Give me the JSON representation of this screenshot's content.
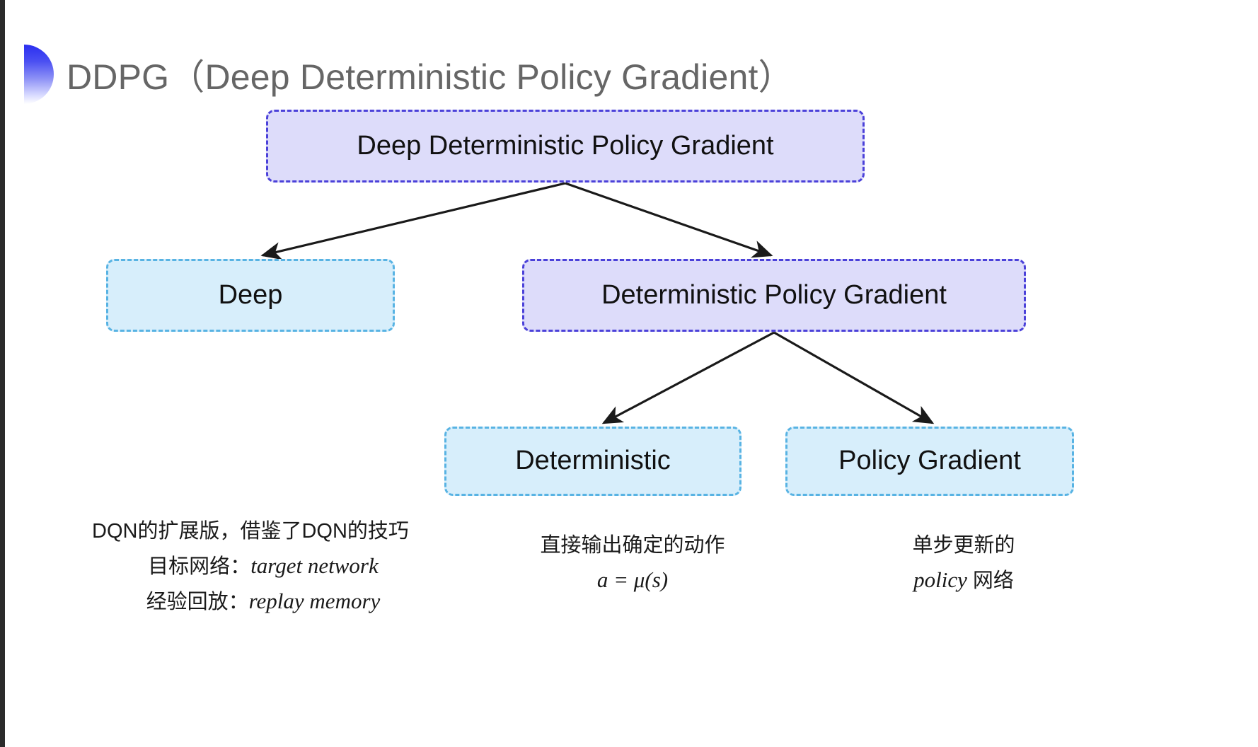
{
  "slide": {
    "title": "DDPG（Deep Deterministic Policy Gradient）",
    "background_color": "#ffffff",
    "title_color": "#666666",
    "accent_color": "#2a2ef0"
  },
  "palette": {
    "purple_fill": "#dddcfa",
    "purple_border": "#4b41d9",
    "cyan_fill": "#d7eefb",
    "cyan_border": "#58b3e3",
    "arrow_color": "#1a1a1a"
  },
  "diagram": {
    "type": "tree",
    "nodes": {
      "root": {
        "label": "Deep Deterministic Policy Gradient",
        "style": "purple"
      },
      "deep": {
        "label": "Deep",
        "style": "cyan"
      },
      "dpg": {
        "label": "Deterministic Policy Gradient",
        "style": "purple"
      },
      "deterministic": {
        "label": "Deterministic",
        "style": "cyan"
      },
      "policy_gradient": {
        "label": "Policy Gradient",
        "style": "cyan"
      }
    },
    "edges": [
      {
        "from": "root",
        "to": "deep"
      },
      {
        "from": "root",
        "to": "dpg"
      },
      {
        "from": "dpg",
        "to": "deterministic"
      },
      {
        "from": "dpg",
        "to": "policy_gradient"
      }
    ]
  },
  "annotations": {
    "deep": {
      "line1": "DQN的扩展版，借鉴了DQN的技巧",
      "line2_label": "目标网络：",
      "line2_term": "target network",
      "line3_label": "经验回放：",
      "line3_term": "replay memory"
    },
    "deterministic": {
      "line1": "直接输出确定的动作",
      "formula": "a = μ(s)"
    },
    "policy_gradient": {
      "line1": "单步更新的",
      "line2_term": "policy",
      "line2_suffix": " 网络"
    }
  }
}
